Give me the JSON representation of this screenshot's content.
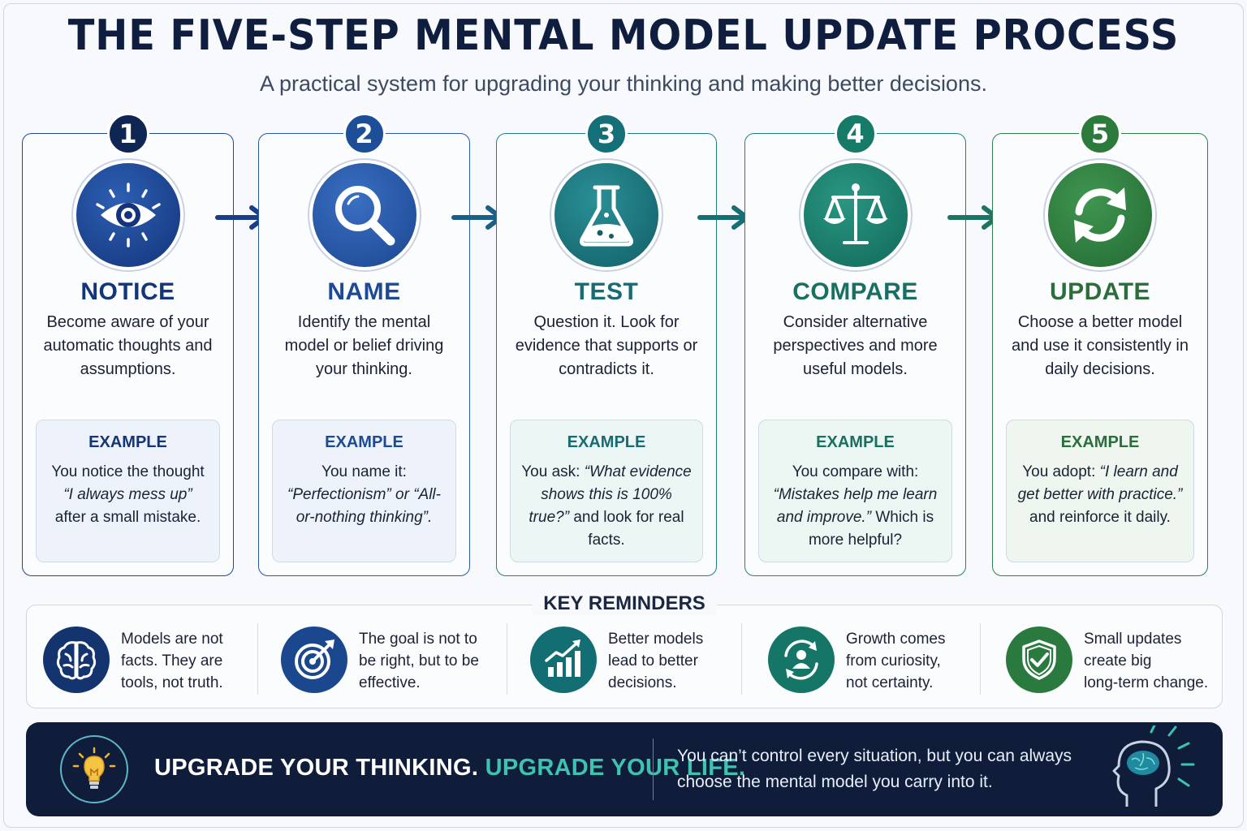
{
  "title": "THE FIVE-STEP MENTAL MODEL UPDATE PROCESS",
  "subtitle": "A practical system for upgrading your thinking and making better decisions.",
  "steps": [
    {
      "number": "1",
      "name": "NOTICE",
      "desc": "Become aware of your automatic thoughts and assumptions.",
      "example_label": "EXAMPLE",
      "example_pre": "You notice the thought ",
      "example_em": "“I always mess up”",
      "example_post": " after a small mistake.",
      "icon": "eye-icon",
      "color": "#123a7a"
    },
    {
      "number": "2",
      "name": "NAME",
      "desc": "Identify the mental model or belief driving your thinking.",
      "example_label": "EXAMPLE",
      "example_pre": "You name it: ",
      "example_em": "“Perfectionism” or “All-or-nothing thinking”.",
      "example_post": "",
      "icon": "magnifier-icon",
      "color": "#1d4f99"
    },
    {
      "number": "3",
      "name": "TEST",
      "desc": "Question it. Look for evidence that supports or contradicts it.",
      "example_label": "EXAMPLE",
      "example_pre": "You ask: ",
      "example_em": "“What evidence shows this is 100% true?”",
      "example_post": " and look for real facts.",
      "icon": "flask-icon",
      "color": "#146f78"
    },
    {
      "number": "4",
      "name": "COMPARE",
      "desc": "Consider alternative perspectives and more useful models.",
      "example_label": "EXAMPLE",
      "example_pre": "You compare with: ",
      "example_em": "“Mistakes help me learn and improve.”",
      "example_post": " Which is more helpful?",
      "icon": "scales-icon",
      "color": "#167a68"
    },
    {
      "number": "5",
      "name": "UPDATE",
      "desc": "Choose a better model and use it consistently in daily decisions.",
      "example_label": "EXAMPLE",
      "example_pre": "You adopt: ",
      "example_em": "“I learn and get better with practice.”",
      "example_post": " and reinforce it daily.",
      "icon": "refresh-icon",
      "color": "#2c7a3c"
    }
  ],
  "reminders": {
    "title": "KEY REMINDERS",
    "items": [
      {
        "text_lines": [
          "Models are not",
          "facts. They are",
          "tools, not truth."
        ],
        "icon": "brain-icon",
        "color": "#13346e"
      },
      {
        "text_lines": [
          "The goal is not to",
          "be right, but to be",
          "effective."
        ],
        "icon": "target-icon",
        "color": "#1b478f"
      },
      {
        "text_lines": [
          "Better models",
          "lead to better",
          "decisions."
        ],
        "icon": "chart-growth-icon",
        "color": "#136e73"
      },
      {
        "text_lines": [
          "Growth comes",
          "from curiosity,",
          "not certainty."
        ],
        "icon": "person-cycle-icon",
        "color": "#157668"
      },
      {
        "text_lines": [
          "Small updates",
          "create big",
          "long-term change."
        ],
        "icon": "shield-check-icon",
        "color": "#2a7a40"
      }
    ]
  },
  "banner": {
    "head_main": "UPGRADE YOUR THINKING.",
    "head_accent": "UPGRADE YOUR LIFE.",
    "quote_line1": "You can’t control every situation, but you can always",
    "quote_line2": "choose the mental model you carry into it.",
    "icons": [
      "lightbulb-icon",
      "head-brain-icon"
    ]
  }
}
